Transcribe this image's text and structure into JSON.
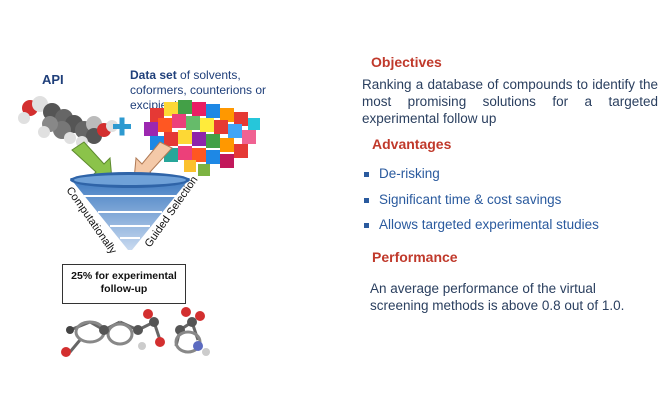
{
  "left": {
    "api_label": "API",
    "dataset_bold": "Data set",
    "dataset_rest": " of solvents, coformers, counterions or excipients",
    "funnel_left_text": "Computationally",
    "funnel_right_text": "Guided Selection",
    "callout_text": "25% for experimental follow-up"
  },
  "right": {
    "objectives": {
      "heading": "Objectives",
      "body": "Ranking a database of compounds to identify the most promising  solutions for a targeted experimental follow up"
    },
    "advantages": {
      "heading": "Advantages",
      "items": [
        "De-risking",
        "Significant time & cost savings",
        "Allows targeted experimental studies"
      ]
    },
    "performance": {
      "heading": "Performance",
      "body": "An average performance of the virtual screening methods  is above 0.8 out of 1.0."
    }
  },
  "colors": {
    "heading": "#c0392b",
    "text": "#2a3f5f",
    "bullet": "#2a5a9e",
    "funnel": "#4a86c8",
    "arrow_green": "#8bc34a",
    "arrow_peach": "#f4c9a8"
  }
}
